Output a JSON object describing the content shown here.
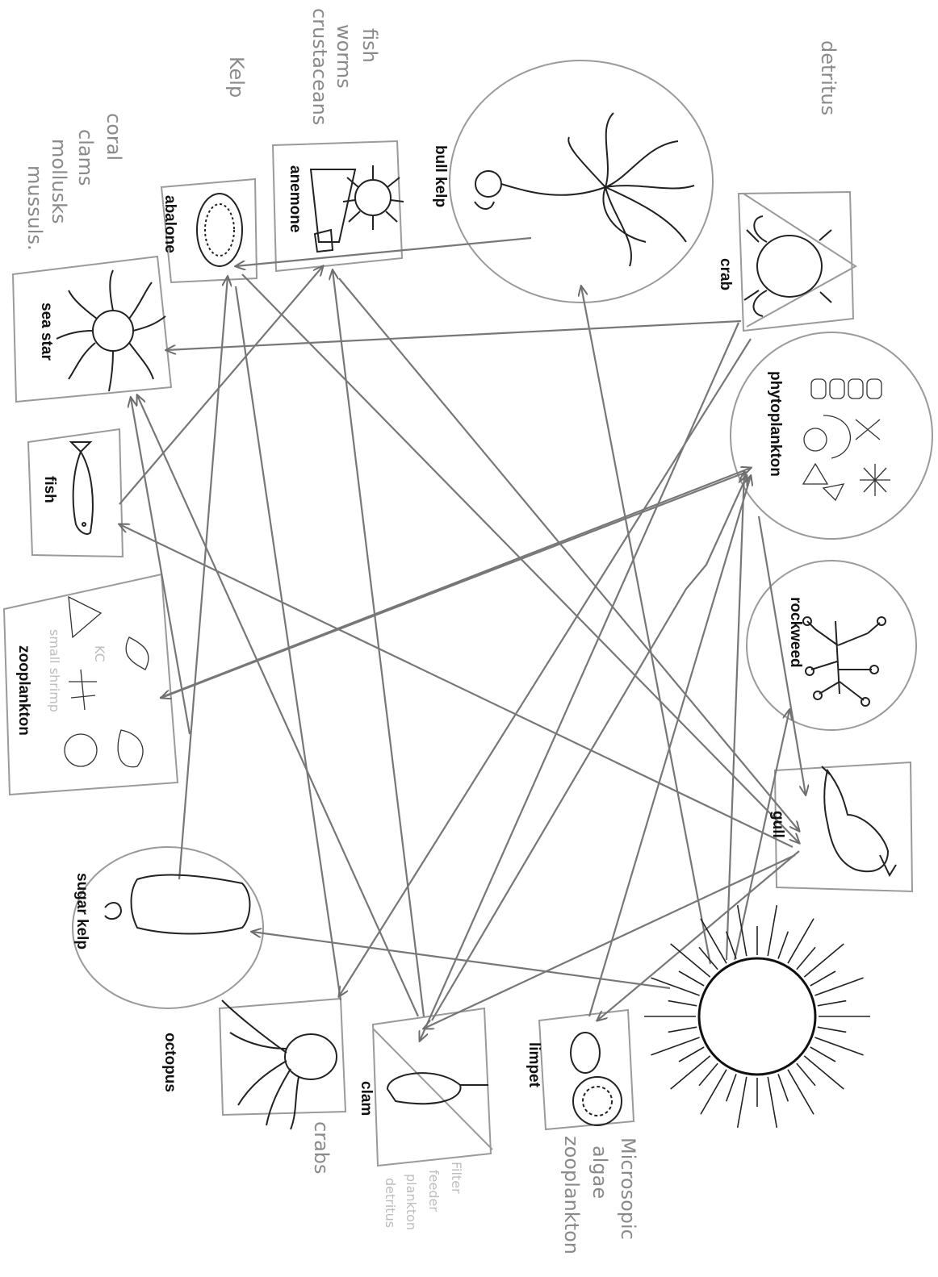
{
  "organisms": {
    "bull_kelp": "bull kelp",
    "anemone": "anemone",
    "abalone": "abalone",
    "sea_star": "sea star",
    "fish": "fish",
    "zooplankton": "zooplankton",
    "sugar_kelp": "sugar kelp",
    "octopus": "octopus",
    "clam": "clam",
    "limpet": "limpet",
    "gull": "gull",
    "rockweed": "rockweed",
    "phytoplankton": "phytoplankton",
    "crab": "crab"
  },
  "notes": {
    "kelp": "Kelp",
    "anemone_diet": [
      "fish",
      "worms",
      "crustaceans"
    ],
    "sea_star_diet": [
      "coral",
      "clams",
      "mollusks",
      "mussuls."
    ],
    "detritus": "detritus",
    "clam_diet": [
      "Filter",
      "feeder",
      "plankton",
      "detritus"
    ],
    "limpet_diet": [
      "Microsopic",
      "algae",
      "zooplankton"
    ],
    "octopus_diet": "crabs",
    "zooplankton_note": [
      "KC",
      "small shrimp"
    ]
  },
  "colors": {
    "arrow": "#777777",
    "frame": "#9a9a9a",
    "ink": "#111111",
    "pencil": "#8a8a8a"
  }
}
